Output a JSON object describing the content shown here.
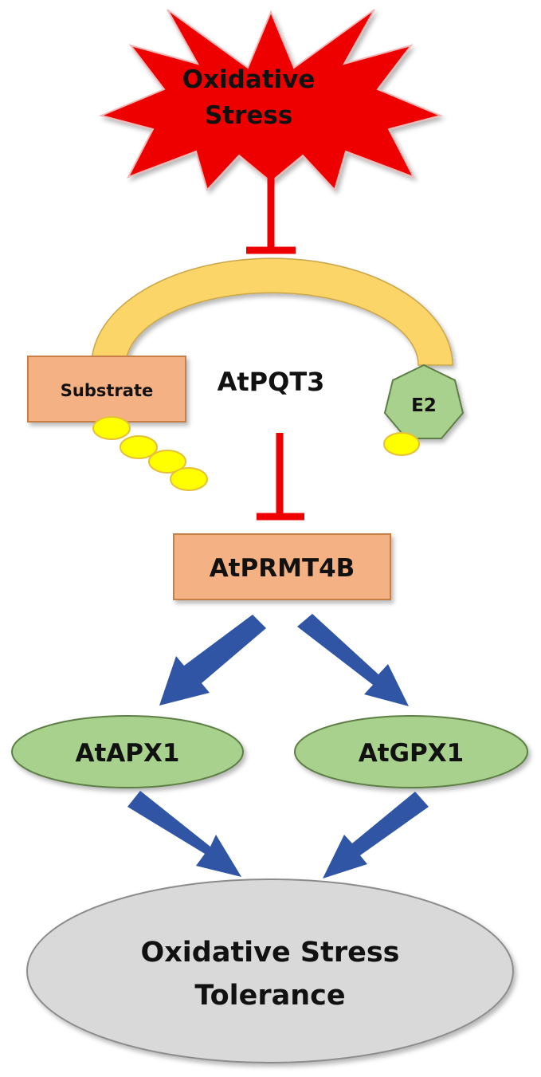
{
  "diagram": {
    "stress": {
      "line1": "Oxidative",
      "line2": "Stress"
    },
    "e3_ligase": {
      "label": "AtPQT3"
    },
    "substrate": {
      "label": "Substrate"
    },
    "e2": {
      "label": "E2"
    },
    "methyltransferase": {
      "label": "AtPRMT4B"
    },
    "apx": {
      "label": "AtAPX1"
    },
    "gpx": {
      "label": "AtGPX1"
    },
    "tolerance": {
      "line1": "Oxidative Stress",
      "line2": "Tolerance"
    }
  },
  "colors": {
    "stress_fill": "#ee0000",
    "inhibit": "#ee0000",
    "arc_fill": "#fcd567",
    "substrate_fill": "#f4b183",
    "e2_fill": "#a9d18e",
    "ellipse_fill": "#a9d18e",
    "ubiquitin": "#ffff00",
    "arrow": "#2f55a4",
    "tolerance_fill": "#d9d9d9"
  }
}
